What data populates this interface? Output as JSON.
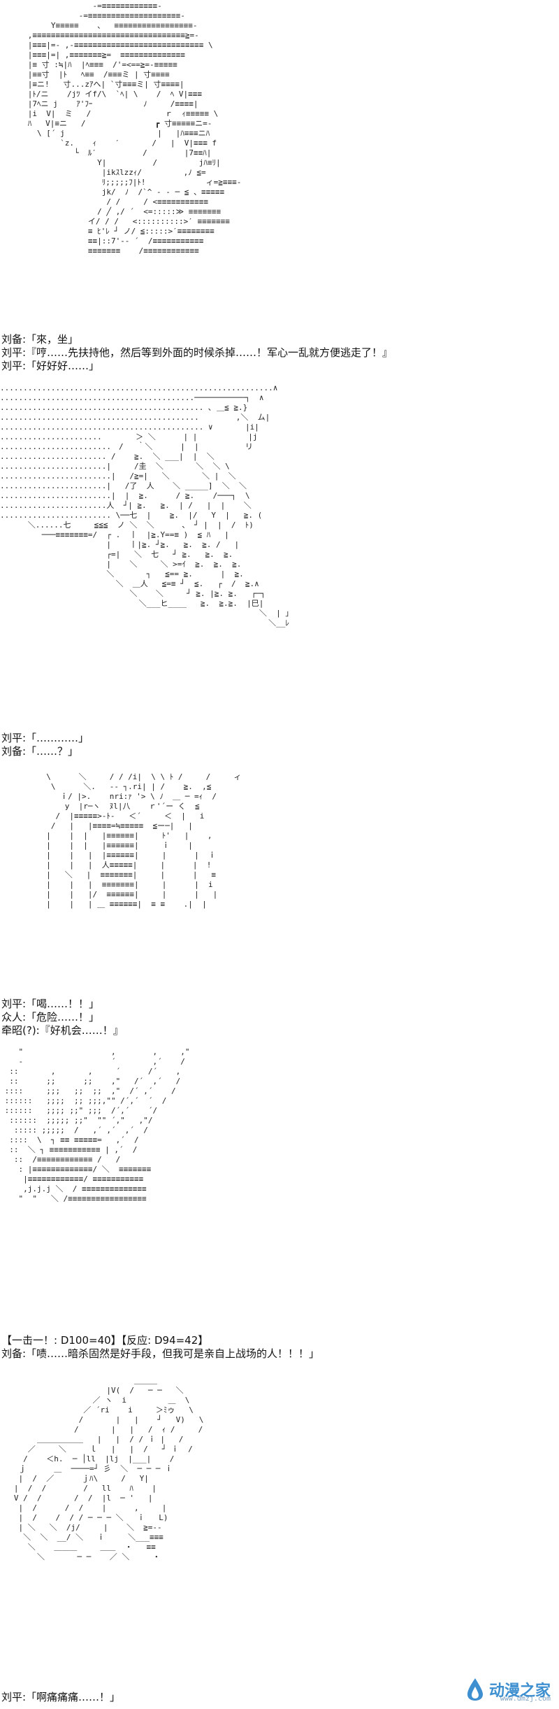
{
  "panels": [
    {
      "art": "                    -=≡≡≡≡≡≡≡≡≡≡≡≡-\n                 -=≡≡≡≡≡≡≡≡≡≡≡≡≡≡≡≡≡≡≡≡-\n           Y≡≡≡≡≡    、  ≡≡≡≡≡≡≡≡≡≡≡≡≡≡≡≡≡-\n      ,≡≡≡≡≡≡≡≡≡≡≡≡≡≡≡≡≡≡≡≡≡≡≡≡≡≡≡≡≡≡≡≡≡≧=-\n      |≡≡≡|=- ,-≡≡≡≡≡≡≡≡≡≡≡≡≡≡≡≡≡≡≡≡≡≡≡≡≡≡≡≡ \\\n      |≡≡≡|=| ,≡≡≡≡≡≡≡≧=  ≡≡≡≡≡≡≡≡≡≡≡≡≡≡\n      |≡ 寸 :≒|ﾊ  |ﾍ≡≡≡  /'=<==≧=-≡≡≡≡≡\n      |≡≡寸  |ﾄ   ﾍ≡≡  /≡≡≡ミ | 寸≡≡≡≡\n      |≡ニ!   寸...zｱへ| `寸≡≡≡ミ| 寸≡≡≡≡|\n      |ﾄ/ニ    /jﾂ イf/\\  `ﾍ| \\    /  ﾍ V|≡≡≡\n      |7ﾍニ j    ｱ'ﾌｰ           ﾉ     /≡≡≡≡|\n      |i  V|  ミ   /                ｒ  ｨ≡≡≡≡≡ \\\n      ﾊ   V|≡ニ   /               ┏ 寸≡≡≡≡≡ニ=-\n        \\ [´ j                    |   |ﾊ≡≡≡ニﾊ\n             `z.    ｨ    ′       /   |  V|≡≡≡ f\n                └  ﾙ′          /        |7≡≡ﾊ|\n                     Y|          /         jﾊ≡ﾘ|\n                      |ikｽlzzｨ/         ,ﾉ ≦=\n                      ﾘ;;;;;ﾌ|ﾄ!             ィ=≧≡≡≡-\n                      jk/  ﾉ  /`^ ‐ - ─ ≦ 、≡≡≡≡≡\n                       / /     / <≡≡≡≡≡≡≡≡≡≡≡\n                     / ╱ ,/ ´  <=:::::≫ ≡≡≡≡≡≡≡\n                   イ/ / /   <::::::::::>′ ≡≡≡≡≡≡≡\n                   ≡ ﾋ'ﾚ ┘ ノ/ ≦:::::>′≡≡≡≡≡≡≡≡\n                   ≡≡|::7'-- ´  /≡≡≡≡≡≡≡≡≡≡≡\n                   ≡≡≡≡≡≡≡    /≡≡≡≡≡≡≡≡≡≡≡≡",
      "lines": [
        "刘备:「來，坐」",
        "刘平:『哼……先扶持他，然后等到外面的时候杀掉……！军心一乱就方便逃走了！』",
        "刘平:「好好好……」"
      ]
    },
    {
      "art": "...........................................................∧\n..........................................───────────┐  ∧\n............................................ ､ ＿≦ ≧.}\n...........................................        ,＼  ム|\n............................................ ∨       |i|\n......................　　    ＞ ＼      | |           |j\n........................　/   ｀＼      |  |          リ\n....................... /    ≧.  ＼ ___|  |  ＼\n.......................|     /圭  ＼       ＼  ＼ \\\n........................|   /≧=|   ＼       ＼ |  ＼\n.......................|   /了  人    ＼ _____]  ＼  ＼\n........................|  |  ≧.      / ≧.    /───┐  \\\n.......................人  ┘| ≧.   ≧.  | /   |  |    ＼\n........................ \\──七  |    ≧.  |/   Y  |   ≧. (\n      ＼......七     ≦≦≦  ノ ＼  ＼      、 ┘ |  |  /  ﾄ)\n         ───≡≡≡≡≡≡≡=/  ┌ .  丨  |≧.Y==≡ )  ≦ ﾊ   |\n                       |    丨|≧. ┘≧.   ≧.  ≧. /   |\n                       ┌=|   ＼  七   ┘ ≧.   ≧.  ≧.\n                       |    ＼     ＼ >=ｲ  ≧.  ≧.  ≧.\n                       ＼       ┐   ≦== ≧.      |  ≧.\n                         ＼  ＿人   ≦=≡ ┘  ≦.   ┌  /  ≧.∧\n                            ＼    ＼     ┘ ≧. |≧. ≧.   ┌─┐\n                              ＼___ヒ____   ≧.  ≧.≧.  |巳|\n                                                        ＼  | ｣\n                                                          ＼__ﾚ",
      "lines": [
        "刘平:「…………」",
        "刘备:「……？」"
      ]
    },
    {
      "art": "          \\      ＼     / / /i|  \\ \\ ﾄ /     /     ィ\n           \\      ＼.   -‐ ┐.ri| | /    ≧.  ,≦\n             ｉ/ |>.    nri:ｧ '> \\ ﾉ  ＿ ─ =ｨ  /\n              y  |r─ヽ  ﾇl|八    ｒ'´ー く  ≦\n            /  |≡≡≡≡≡>-ﾄ‐   ＜´     ＜  |   i\n           /   |   |≡≡≡≡=≒≡≡≡≡≡  ≦ー─|   |\n          |    |  |   |≡≡≡≡≡≡|     ﾄ'   |    ,\n          |    |  |   |≡≡≡≡≡≡|     ｉ    |\n          |    |   |  |≡≡≡≡≡≡|     |      |  ｉ\n          |    |   |  人≡≡≡≡≡|     |      |  !\n          |   ＼   |  ≡≡≡≡≡≡≡|     |      |   ≡\n          |    |   |  ≡≡≡≡≡≡≡|     |      |  i\n          |    |   |/  ≡≡≡≡≡≡|     |      |   |\n          |    |   | ＿ ≡≡≡≡≡≡|  ≡ ≡    .|  |",
      "lines": [
        "刘平:「喝……！！」",
        "众人:「危险……！」",
        "牵昭(?):『好机会……！』"
      ]
    },
    {
      "art": "    \"                   ,        ,     ,\"\n    ‐                   ´        ,´    /\n  ::       ,       ,     ´      /´    ,\n  ::      ;;      ;;    ,\"   /´  ,´   /\n ::::     ;;;   ;;  ;;  ,\"  /´ ,´    /\n ::::::   ;;;;  ;; ;;;,\"\" /´,´  ´  /\n ::::::   ;;;; ;;\" ;;;  /´,´    ´/\n  ::::::  ;;;;; ;;\"  \"\" ´,\"   ,\"/\n   ::::: ;;;;;  /   ,´ ,´  ,´  /\n  ::::  \\  ┐ ≡≡ ≡≡≡≡≡=   ,´  /\n  ::  ＼ ┐ ≡≡≡≡≡≡≡≡≡≡≡ | ,´  /\n   ::  /≡≡≡≡≡≡≡≡≡≡≡≡ /   /\n    : |≡≡≡≡≡≡≡≡≡≡≡≡≡/ ＼  ≡≡≡≡≡≡≡\n     |≡≡≡≡≡≡≡≡≡≡≡≡/ ≡≡≡≡≡≡≡≡≡≡≡\n     ,j.j.j ＼  / ≡≡≡≡≡≡≡≡≡≡≡≡≡≡\n    \"  \"   ＼ /≡≡≡≡≡≡≡≡≡≡≡≡≡≡≡≡≡",
      "lines": [
        "【一击一！: D100=40】【反应: D94=42】",
        "刘备:「啧……暗杀固然是好手段，但我可是亲自上战场的人！！！」"
      ]
    },
    {
      "art": "                             ＿＿＿\n                       |V(  /   ─ ─   ＼\n                    ／ ヽ  i         ＿  \\\n                  ／ ´ri    i     ＞ﾐゥ   \\\n                 /       |   |    ┘   V)   \\\n                /       |   |   /  ｨ /     /\n        ＿＿＿＿＿＿   |   |  / / ｉ |   /\n      ／     ＼     ｌ   |   |  /   ┘ ｉ  /\n     /    ＜h.  ─ │ll  |lj  |___|    /\n    ｊ      ＿  ────=┘ 彡  ＼  ─ ─ ─ ｉ\n    |  /  ／      ｊﾊ\\     /   Y|\n   |  /  /        /   ll    ﾊ    |\n   V /  /       /  /  |l  ─ '   |\n    |  /      /  /    |      ,     |\n    |  /    /  / / ─ ─ ─ ＼   ｉ   L)\n    | ＼   ＼  /j/     |    ＼  ≧=--\n     ＼  ＼  __/ ＼   ｉ     ＼___≡≡≡\n      ＼    ＿＿＿     ＿＿  ・   ≡≡\n        ＼       ─ ─    ／ ＼     ・",
      "lines": [
        "刘平:「啊痛痛痛……！」"
      ]
    }
  ],
  "watermark": {
    "main": "动漫之家",
    "sub": "www.dmzj.com",
    "logo_icon": "flame-drop-icon",
    "color": "#3d8fd0"
  }
}
